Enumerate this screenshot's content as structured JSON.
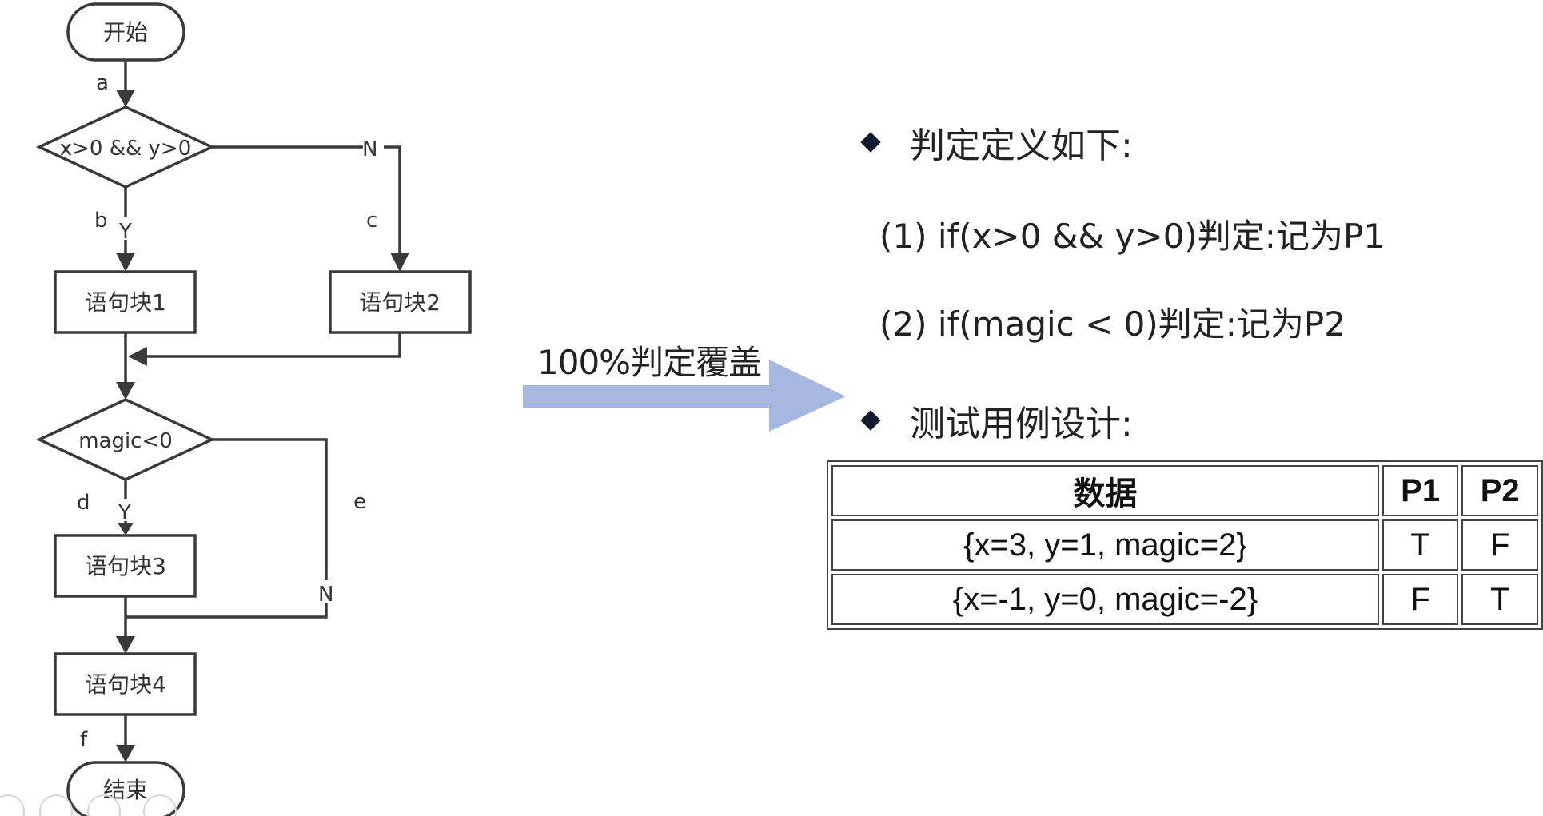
{
  "flowchart": {
    "start": "开始",
    "end": "结束",
    "decision1": "x>0 && y>0",
    "decision2": "magic<0",
    "block1": "语句块1",
    "block2": "语句块2",
    "block3": "语句块3",
    "block4": "语句块4",
    "edges": {
      "a": "a",
      "b": "b",
      "c": "c",
      "d": "d",
      "e": "e",
      "f": "f",
      "y1": "Y",
      "n1": "N",
      "y2": "Y",
      "n2": "N"
    }
  },
  "arrow_label": "100%判定覆盖",
  "right": {
    "heading1": "判定定义如下:",
    "item1": "(1) if(x>0 && y>0)判定:记为P1",
    "item2": "(2) if(magic < 0)判定:记为P2",
    "heading2": "测试用例设计:"
  },
  "table": {
    "headers": [
      "数据",
      "P1",
      "P2"
    ],
    "rows": [
      [
        "{x=3, y=1, magic=2}",
        "T",
        "F"
      ],
      [
        "{x=-1, y=0, magic=-2}",
        "F",
        "T"
      ]
    ]
  },
  "colors": {
    "big_arrow": "#a6b8e0",
    "line": "#3a3a3a",
    "bullet": "#0d1b2a"
  }
}
